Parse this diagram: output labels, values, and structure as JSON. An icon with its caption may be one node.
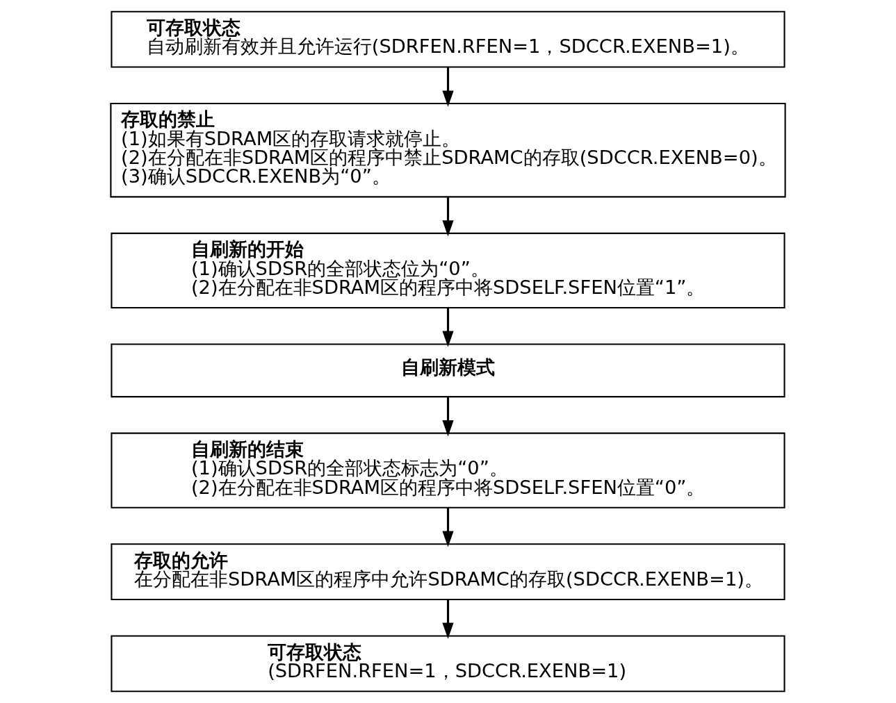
{
  "diagram": {
    "nodes": [
      {
        "text": [
          "可存取状态",
          "自动刷新有效并且允许运行(SDRFEN.RFEN=1，SDCCR.EXENB=1)。"
        ]
      },
      {
        "text": [
          "存取的禁止",
          "(1)如果有SDRAM区的存取请求就停止。",
          "(2)在分配在非SDRAM区的程序中禁止SDRAMC的存取(SDCCR.EXENB=0)。",
          "(3)确认SDCCR.EXENB为“0”。"
        ]
      },
      {
        "text": [
          "自刷新的开始",
          "(1)确认SDSR的全部状态位为“0”。",
          "(2)在分配在非SDRAM区的程序中将SDSELF.SFEN位置“1”。"
        ]
      },
      {
        "text": [
          "自刷新模式"
        ]
      },
      {
        "text": [
          "自刷新的结束",
          "(1)确认SDSR的全部状态标志为“0”。",
          "(2)在分配在非SDRAM区的程序中将SDSELF.SFEN位置“0”。"
        ]
      },
      {
        "text": [
          "存取的允许",
          "在分配在非SDRAM区的程序中允许SDRAMC的存取(SDCCR.EXENB=1)。"
        ]
      },
      {
        "text": [
          "可存取状态",
          "(SDRFEN.RFEN=1，SDCCR.EXENB=1)"
        ]
      }
    ],
    "edges": [
      {
        "from": 0,
        "to": 1,
        "arrow": "to"
      },
      {
        "from": 1,
        "to": 2,
        "arrow": "to"
      },
      {
        "from": 2,
        "to": 3,
        "arrow": "to"
      },
      {
        "from": 3,
        "to": 4,
        "arrow": "to"
      },
      {
        "from": 4,
        "to": 5,
        "arrow": "to"
      },
      {
        "from": 5,
        "to": 6,
        "arrow": "to"
      }
    ]
  }
}
